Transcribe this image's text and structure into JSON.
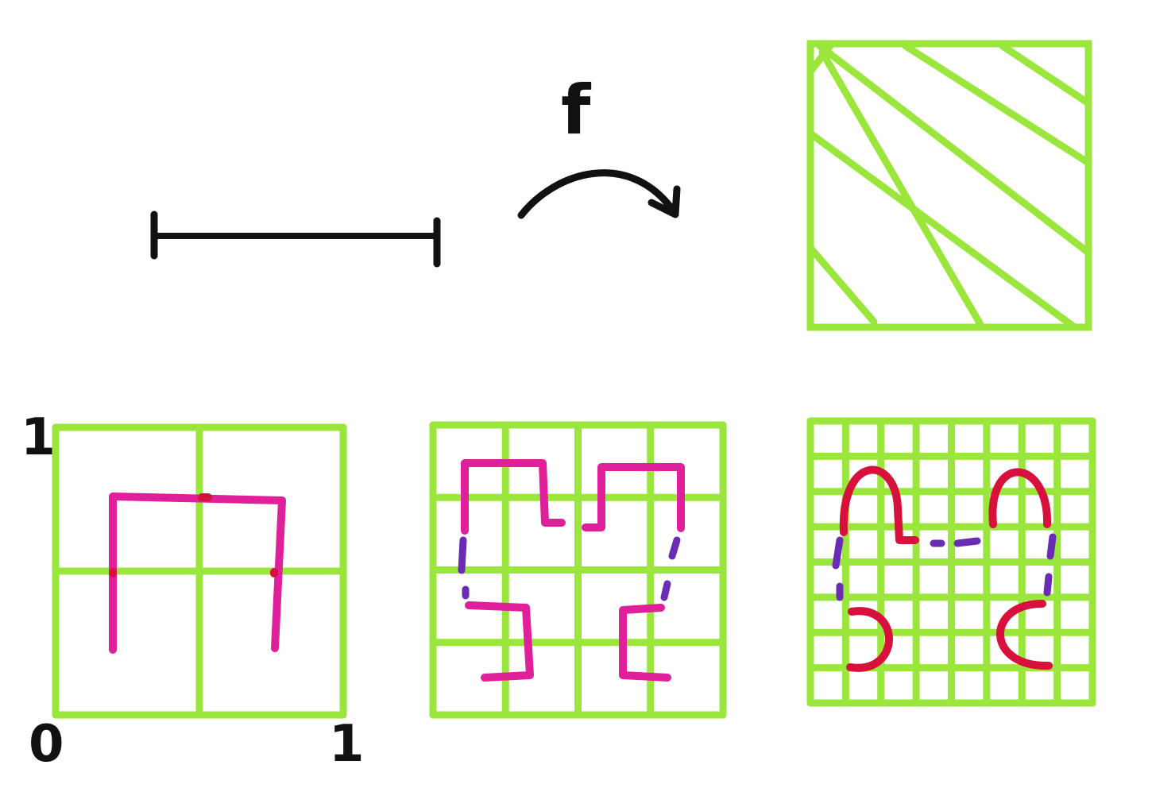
{
  "labels": {
    "map_symbol": "f",
    "y_axis_top": "1",
    "origin": "0",
    "x_axis_right": "1"
  },
  "colors": {
    "grid": "#9be63c",
    "curve_main": "#e0209a",
    "curve_red": "#d8103c",
    "connector_dashes": "#6a2bb5",
    "ink": "#111111"
  },
  "figures": {
    "unit_interval": "unit-interval",
    "arrow": "curved-arrow",
    "filled_square": "hatched-square",
    "iterations": [
      "hilbert-order-1",
      "hilbert-order-2",
      "hilbert-order-3"
    ]
  },
  "grids": {
    "order_1_divisions": 2,
    "order_2_divisions": 4,
    "order_3_divisions": 8
  }
}
